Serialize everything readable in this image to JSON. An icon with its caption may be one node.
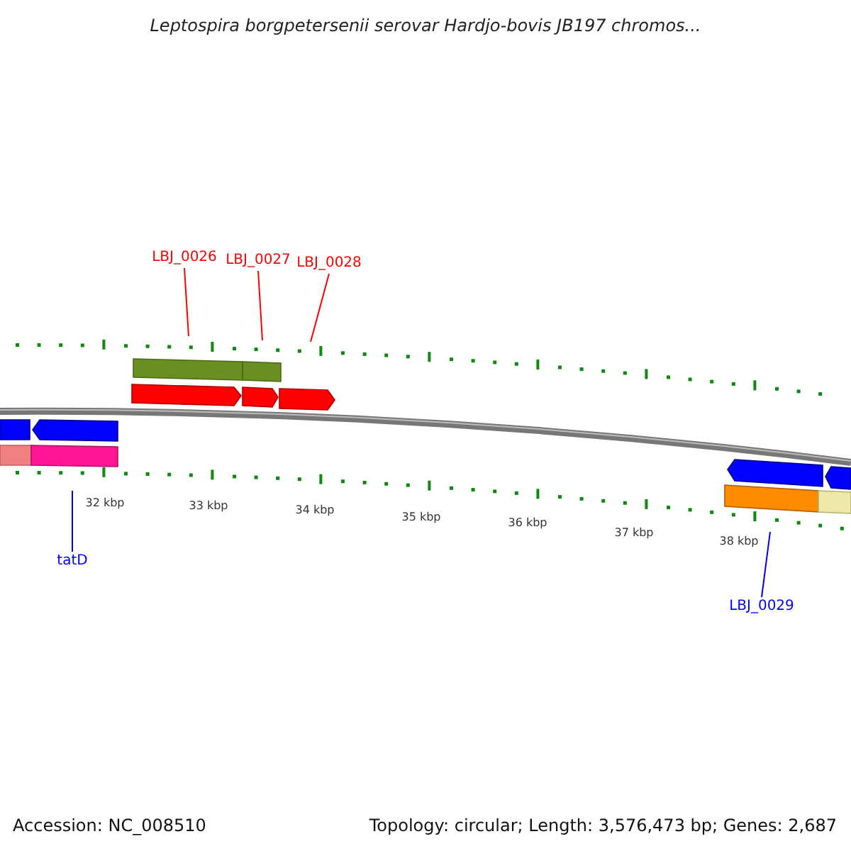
{
  "diagram": {
    "title": "Leptospira borgpetersenii serovar Hardjo-bovis JB197 chromos...",
    "nodes": [
      {
        "text": [
          "LBJ_0026"
        ]
      },
      {
        "text": [
          "LBJ_0027"
        ]
      },
      {
        "text": [
          "LBJ_0028"
        ]
      },
      {
        "text": [
          "tatD"
        ]
      },
      {
        "text": [
          "LBJ_0029"
        ]
      }
    ],
    "edges": [
      {
        "from": 0,
        "to": null,
        "arrow": "none"
      },
      {
        "from": 1,
        "to": null,
        "arrow": "none"
      },
      {
        "from": 2,
        "to": null,
        "arrow": "none"
      },
      {
        "from": 3,
        "to": null,
        "arrow": "none",
        "color": "#0000ff"
      },
      {
        "from": 4,
        "to": null,
        "arrow": "none",
        "color": "#0000ff"
      }
    ],
    "labels": [
      "32 kbp",
      "33 kbp",
      "34 kbp",
      "35 kbp",
      "36 kbp",
      "37 kbp",
      "38 kbp",
      "Accession: NC_008510",
      "Topology: circular; Length: 3,576,473 bp; Genes: 2,687"
    ]
  }
}
